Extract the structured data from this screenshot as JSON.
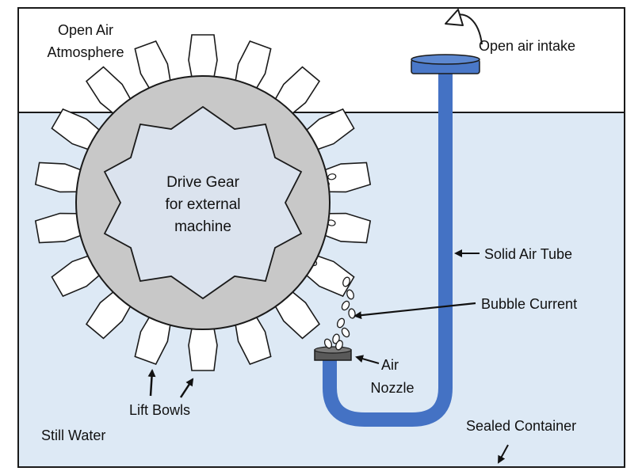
{
  "labels": {
    "open_air": [
      "Open Air",
      "Atmosphere"
    ],
    "air_intake": "Open air intake",
    "drive_gear": [
      "Drive Gear",
      "for external",
      "machine"
    ],
    "solid_air_tube": "Solid Air Tube",
    "bubble_current": "Bubble Current",
    "air_nozzle": [
      "Air",
      "Nozzle"
    ],
    "lift_bowls": "Lift Bowls",
    "still_water": "Still Water",
    "sealed_container": "Sealed Container"
  },
  "colors": {
    "water": "#dde9f5",
    "air": "#ffffff",
    "wheel": "#c8c8c8",
    "gear": "#dbe3ee",
    "tube": "#4472c4",
    "tube_cap": "#4a78c8",
    "nozzle": "#595959",
    "outline": "#1a1a1a"
  },
  "wheel": {
    "bowl_count": 18
  }
}
